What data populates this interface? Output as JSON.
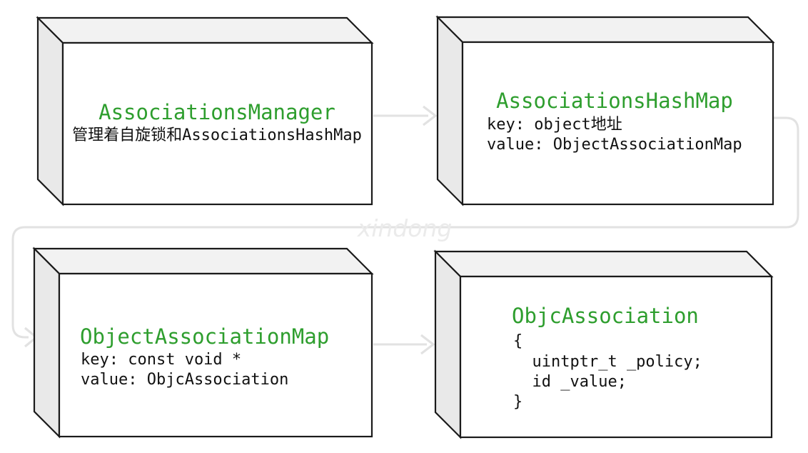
{
  "diagram": {
    "watermark": "xindong",
    "colors": {
      "title_green": "#2e9e2e",
      "body_text": "#111111",
      "border": "#1b1b1b",
      "face_top": "#f2f2f2",
      "face_side": "#e9e9e9",
      "face_front": "#ffffff",
      "connector_gray": "#e2e2e2",
      "watermark_gray": "#ebebeb"
    },
    "nodes": [
      {
        "id": "associations-manager",
        "title": "AssociationsManager",
        "body": [
          "管理着自旋锁和AssociationsHashMap"
        ]
      },
      {
        "id": "associations-hashmap",
        "title": "AssociationsHashMap",
        "body": [
          "key: object地址",
          "value: ObjectAssociationMap"
        ]
      },
      {
        "id": "object-association-map",
        "title": "ObjectAssociationMap",
        "body": [
          "key: const void *",
          "value: ObjcAssociation"
        ]
      },
      {
        "id": "objc-association",
        "title": "ObjcAssociation",
        "body": [
          "{",
          "  uintptr_t _policy;",
          "  id _value;",
          "}"
        ]
      }
    ]
  }
}
